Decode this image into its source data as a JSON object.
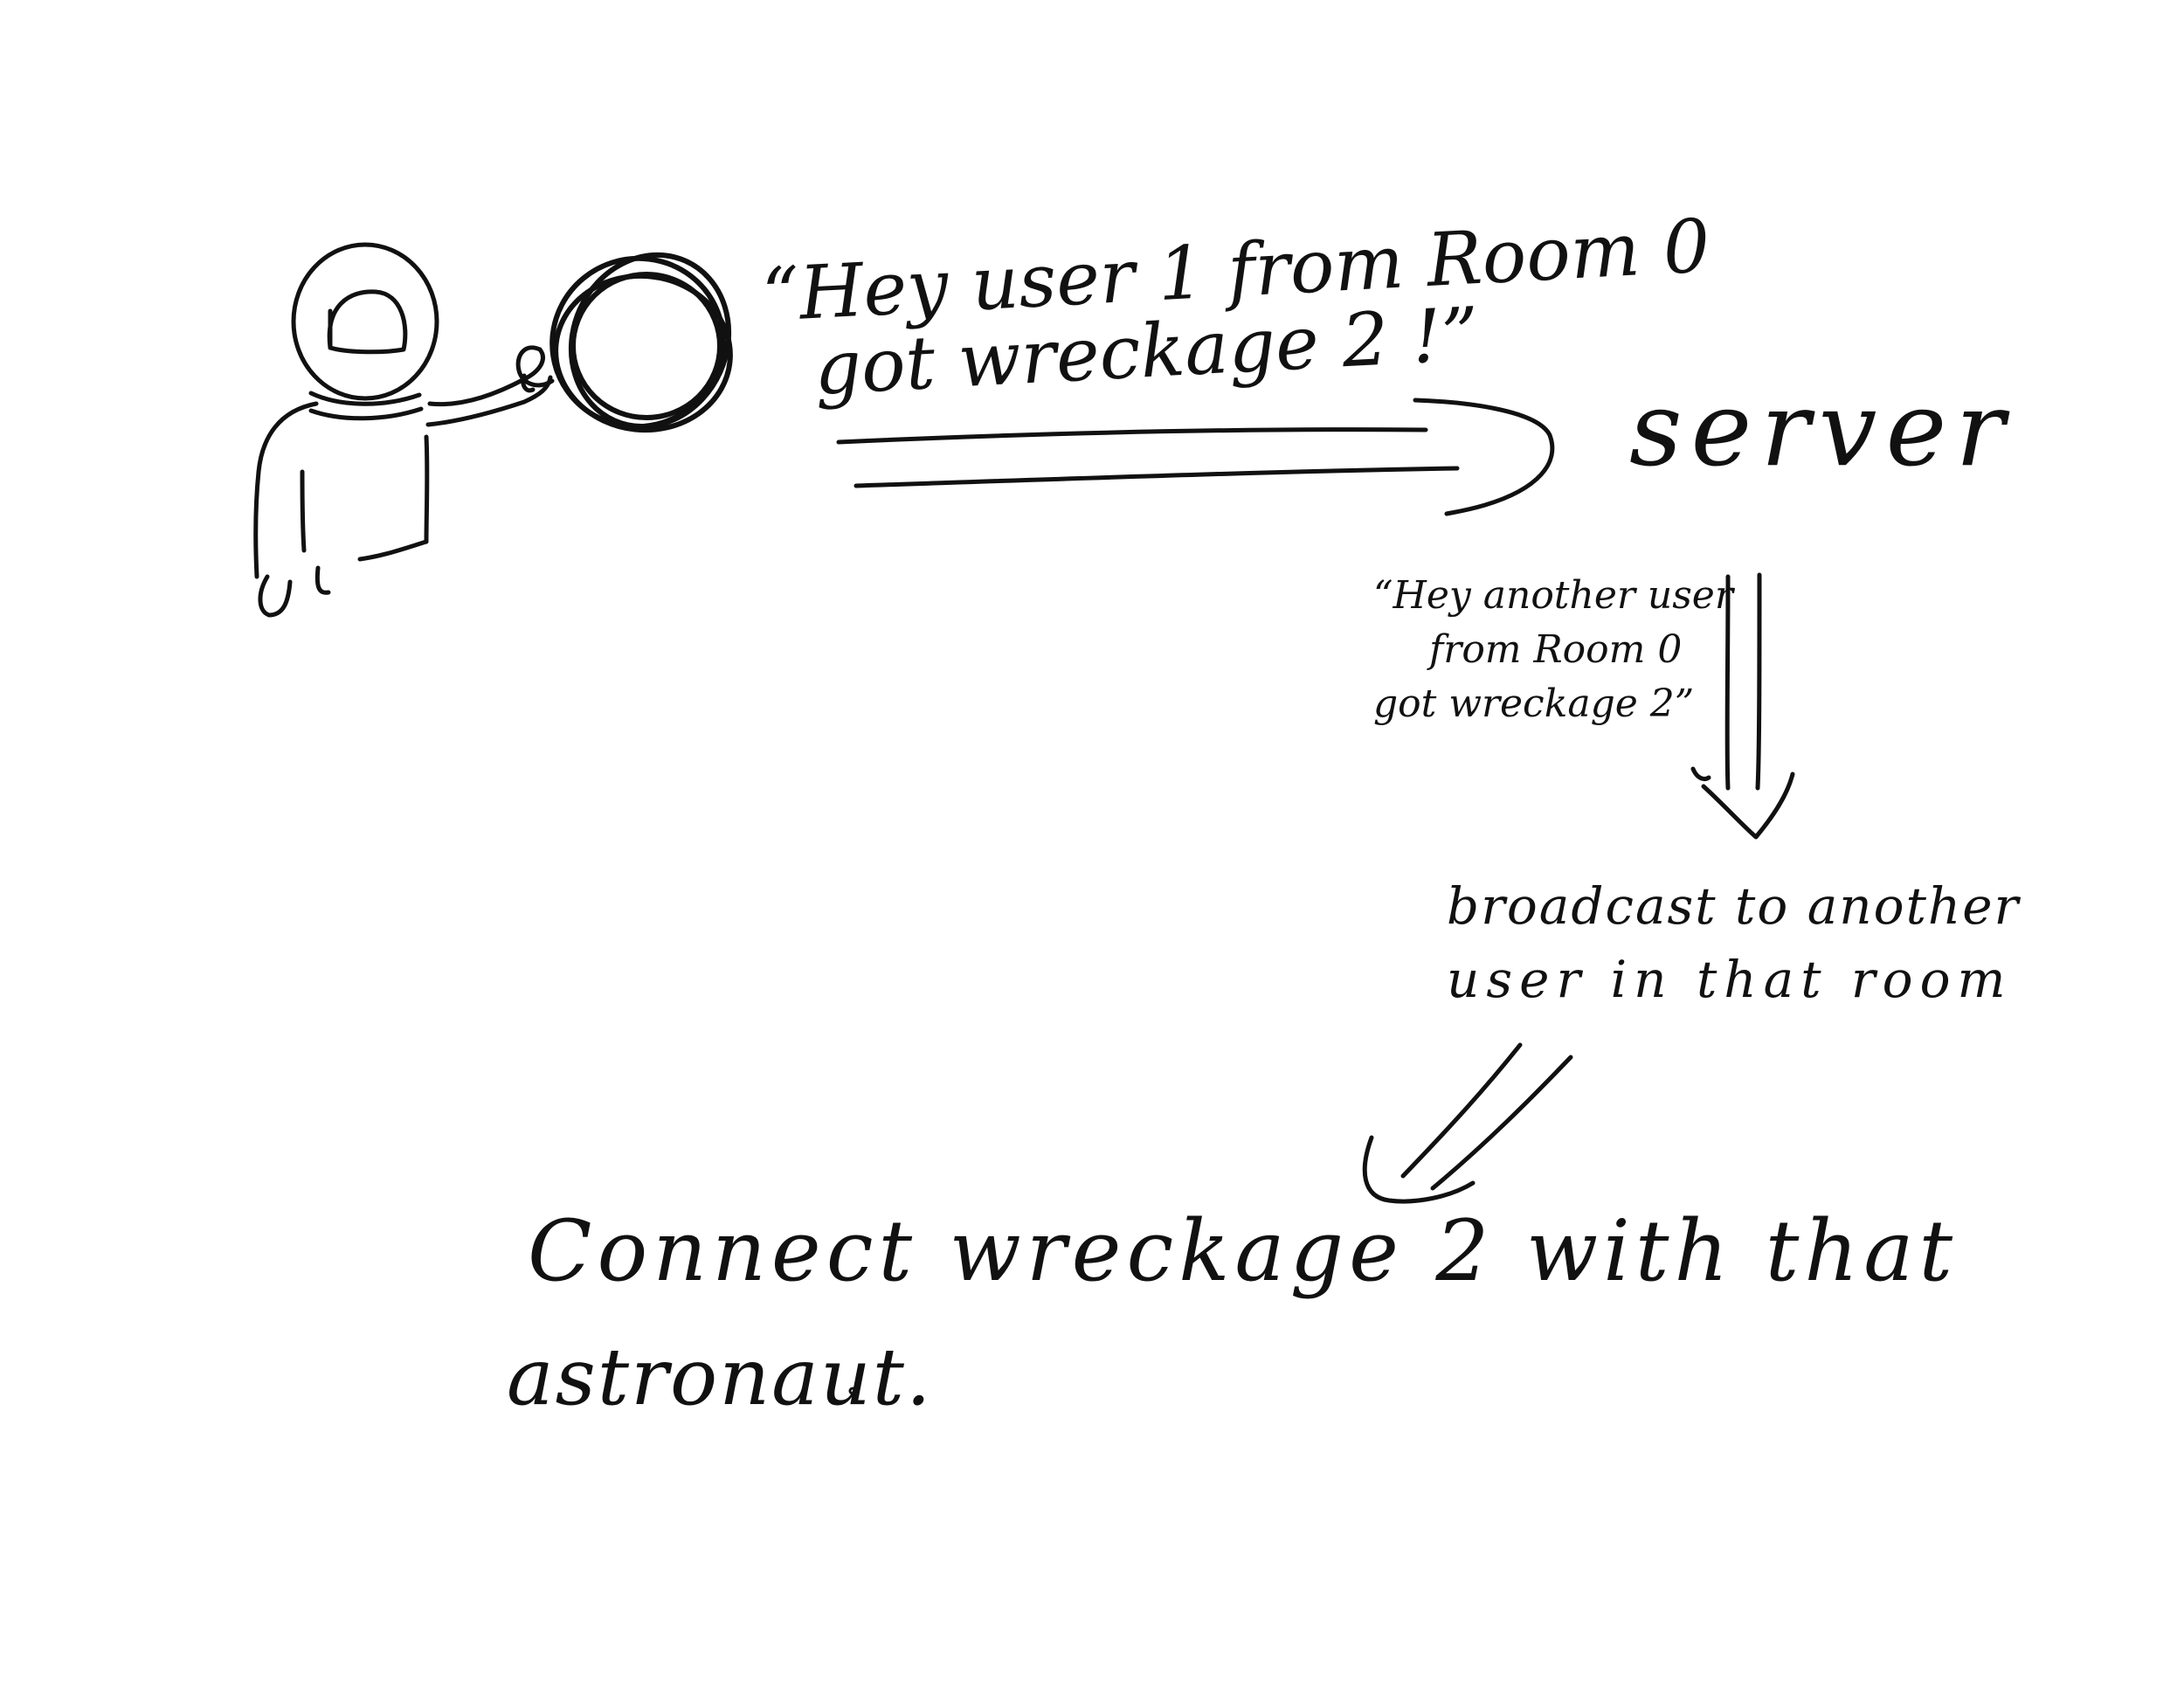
{
  "message": {
    "line1": "“Hey user 1 from Room 0",
    "line2": "got wreckage 2 !”"
  },
  "server": {
    "label": "server"
  },
  "relay": {
    "line1": "“Hey another user",
    "line2": "from Room 0",
    "line3": "got wreckage 2”"
  },
  "broadcast": {
    "line1": "broadcast to another",
    "line2": "user in that room"
  },
  "result": {
    "line1": "Connect wreckage 2 with that",
    "line2": "astronaut."
  },
  "colors": {
    "ink": "#111111",
    "paper": "#ffffff"
  },
  "icons": {
    "figure": "astronaut-figure-icon",
    "object": "wreckage-icon"
  }
}
